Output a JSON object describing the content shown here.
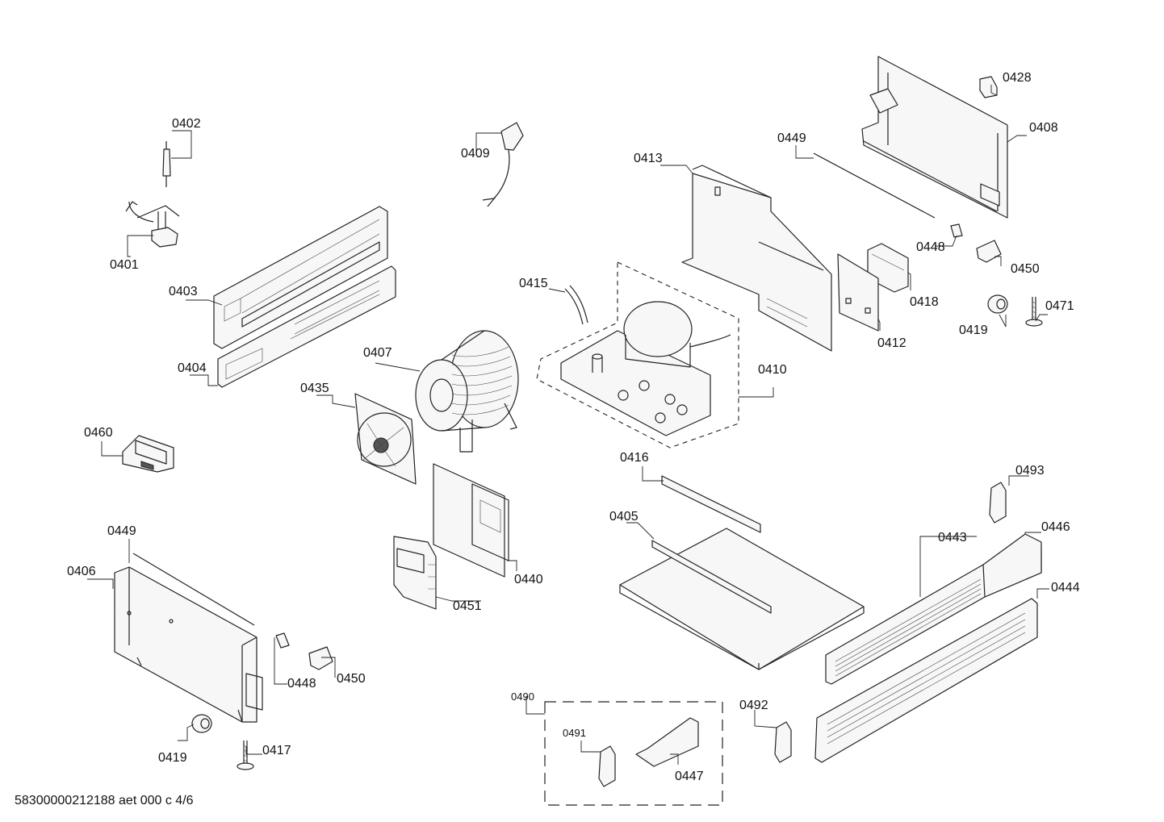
{
  "labels": {
    "p0401": "0401",
    "p0402": "0402",
    "p0403": "0403",
    "p0404": "0404",
    "p0405": "0405",
    "p0406": "0406",
    "p0407": "0407",
    "p0408": "0408",
    "p0409": "0409",
    "p0410": "0410",
    "p0412": "0412",
    "p0413": "0413",
    "p0415": "0415",
    "p0416": "0416",
    "p0417": "0417",
    "p0418": "0418",
    "p0419a": "0419",
    "p0419b": "0419",
    "p0428": "0428",
    "p0435": "0435",
    "p0440": "0440",
    "p0443": "0443",
    "p0444": "0444",
    "p0446": "0446",
    "p0447": "0447",
    "p0448a": "0448",
    "p0448b": "0448",
    "p0449a": "0449",
    "p0449b": "0449",
    "p0450a": "0450",
    "p0450b": "0450",
    "p0451": "0451",
    "p0460": "0460",
    "p0471": "0471",
    "p0490": "0490",
    "p0491": "0491",
    "p0492": "0492",
    "p0493": "0493"
  },
  "footer": "58300000212188 aet 000 c 4/6"
}
